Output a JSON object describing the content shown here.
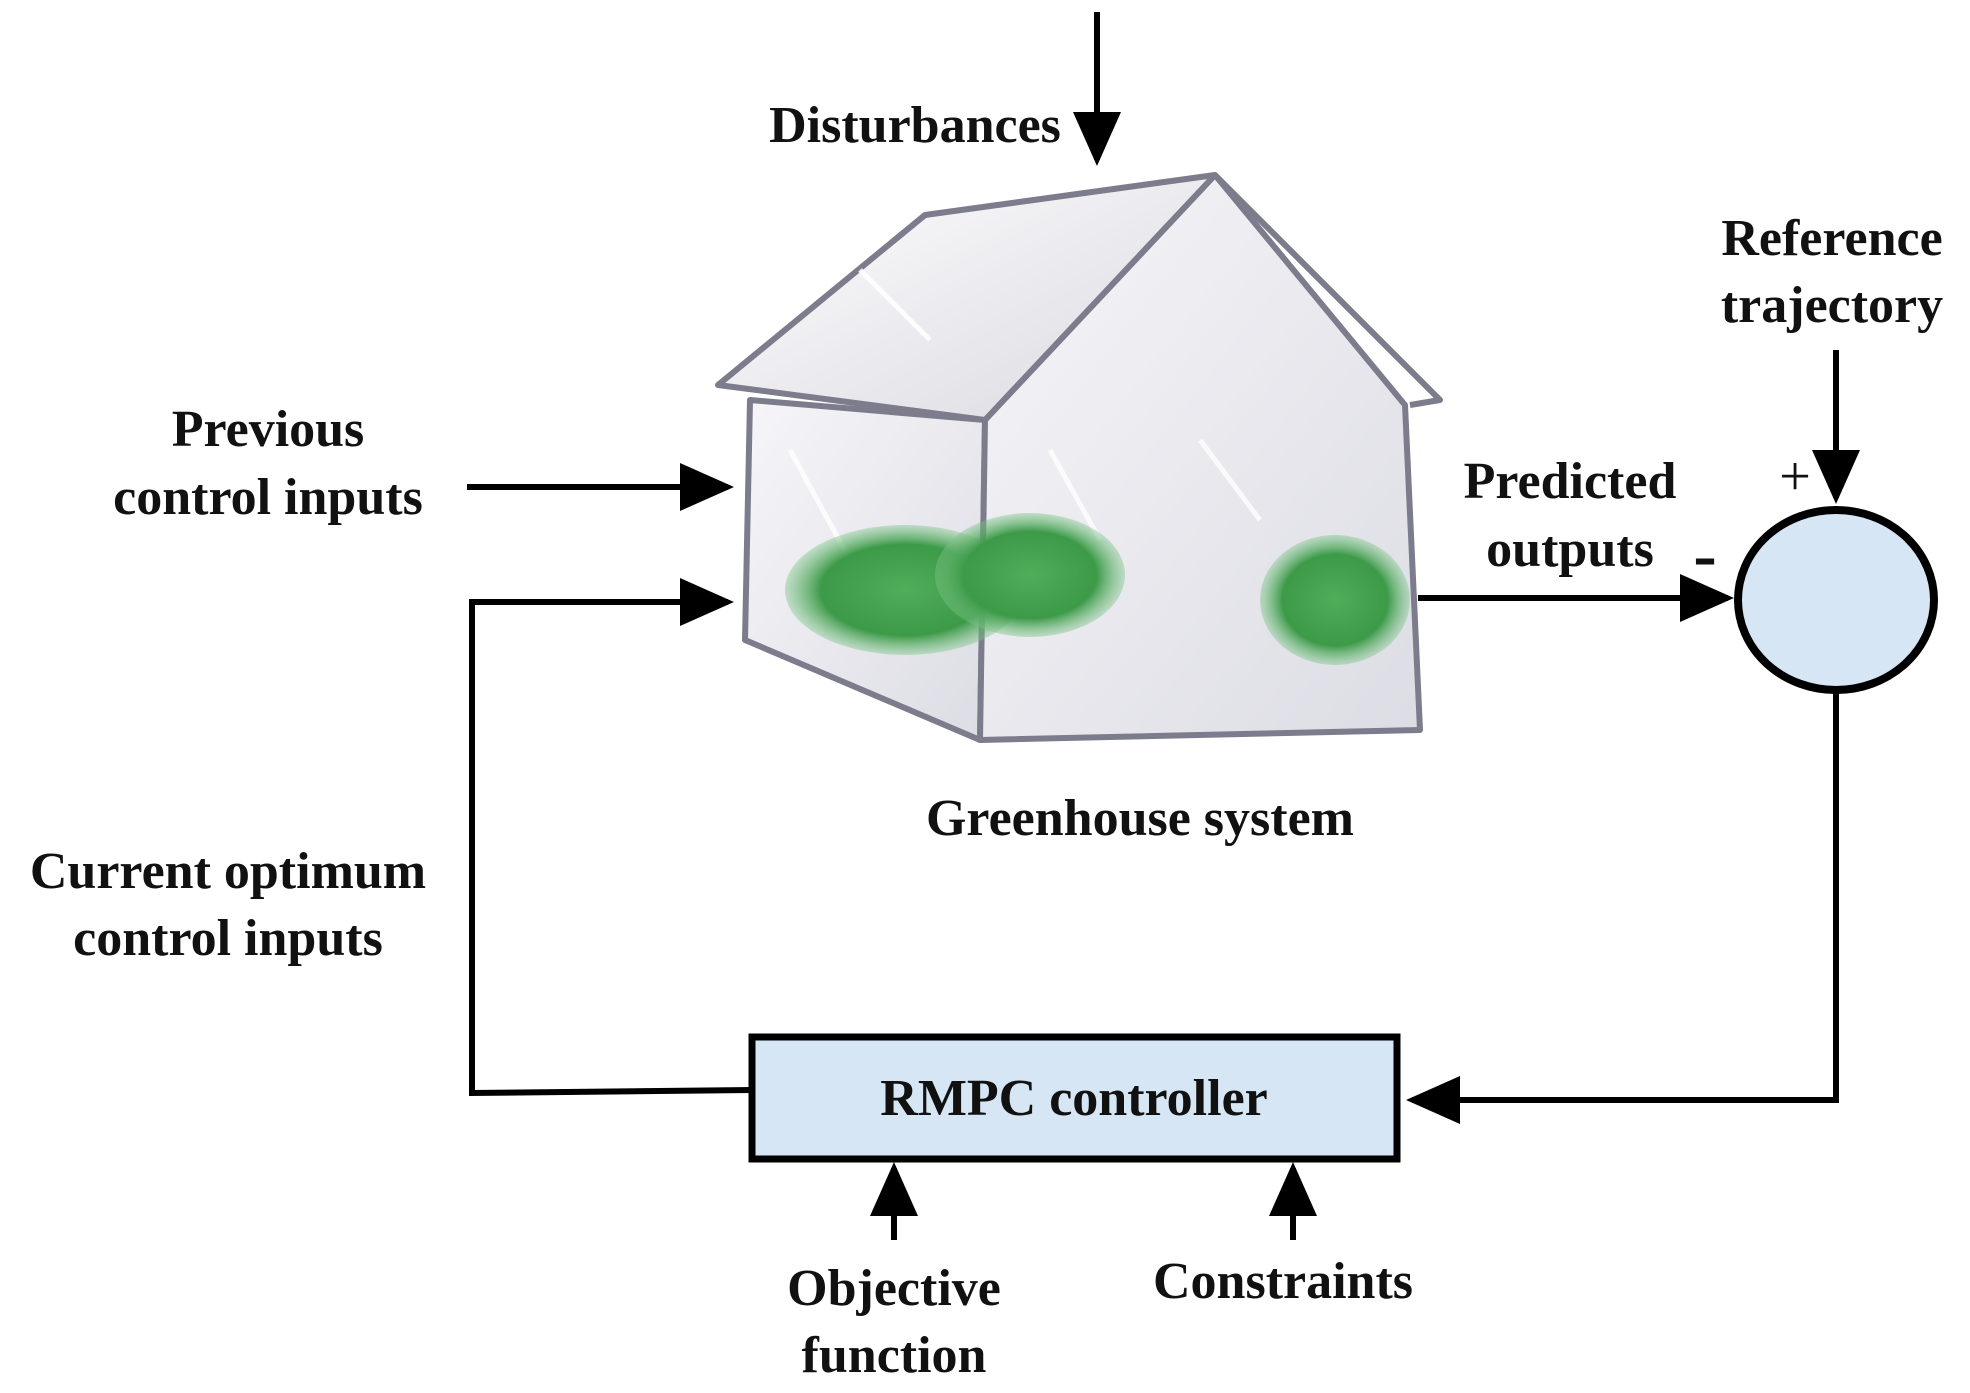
{
  "labels": {
    "disturbances": "Disturbances",
    "reference_line1": "Reference",
    "reference_line2": "trajectory",
    "previous_line1": "Previous",
    "previous_line2": "control inputs",
    "predicted_line1": "Predicted",
    "predicted_line2": "outputs",
    "plus": "+",
    "minus": "-",
    "greenhouse": "Greenhouse system",
    "current_line1": "Current optimum",
    "current_line2": "control inputs",
    "controller": "RMPC controller",
    "objective_line1": "Objective",
    "objective_line2": "function",
    "constraints": "Constraints"
  },
  "colors": {
    "summing_junction_fill": "#d6e6f5",
    "controller_fill": "#d6e6f5",
    "line": "#000000",
    "plant_foliage": "#3c9a48",
    "greenhouse_glass": "#e8e8ee"
  },
  "icons": {
    "plant": "greenhouse-illustration",
    "comparator": "summing-junction-circle"
  }
}
